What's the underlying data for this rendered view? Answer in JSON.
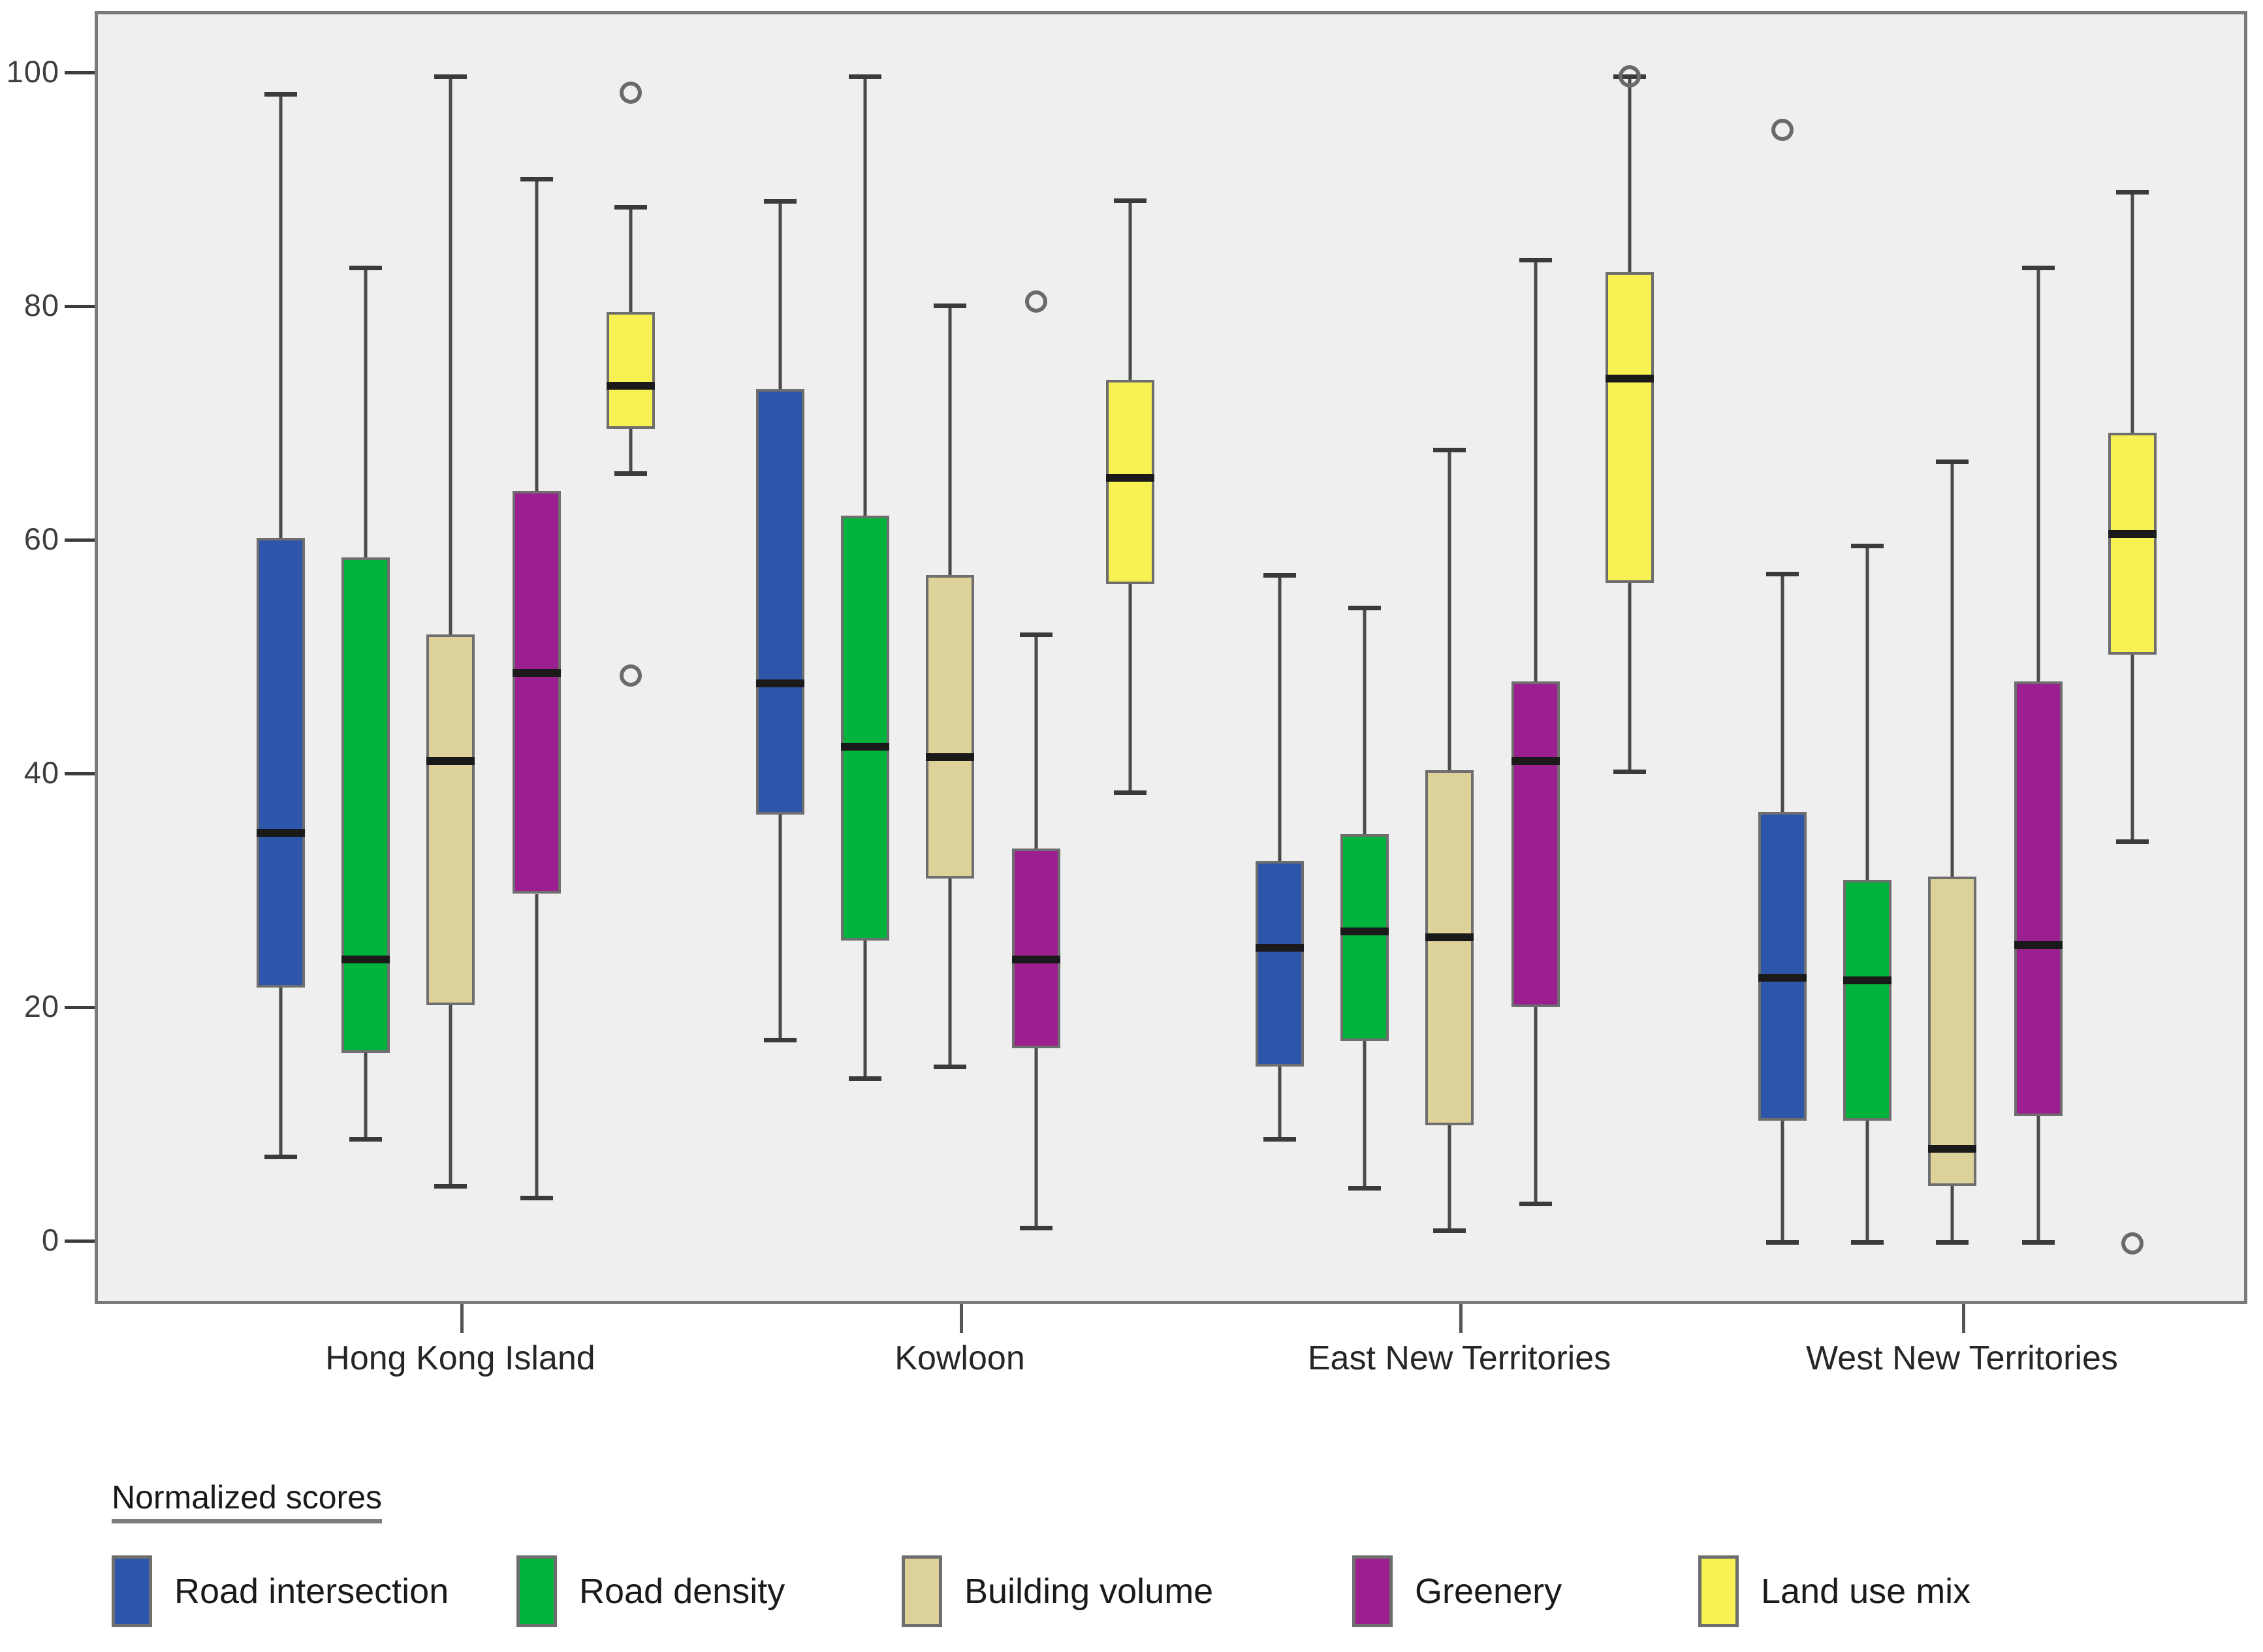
{
  "chart_data": {
    "type": "box",
    "title": "",
    "xlabel": "",
    "ylabel": "",
    "ylim": [
      -5,
      105
    ],
    "yticks": [
      0,
      20,
      40,
      60,
      80,
      100
    ],
    "ytick_labels": [
      "0",
      "20",
      "40",
      "60",
      "80",
      "100"
    ],
    "grid": false,
    "legend_title": "Normalized scores",
    "legend_position": "bottom-left",
    "categories": [
      "Hong Kong Island",
      "Kowloon",
      "East New Territories",
      "West New Territories"
    ],
    "series": [
      {
        "name": "Road intersection",
        "color": "#2d55aa",
        "boxes": [
          {
            "group": "Hong Kong Island",
            "whisker_low": 7.5,
            "q1": 22.0,
            "median": 35.2,
            "q3": 60.5,
            "whisker_high": 98.5,
            "outliers": []
          },
          {
            "group": "Kowloon",
            "whisker_low": 17.5,
            "q1": 36.8,
            "median": 48.0,
            "q3": 73.2,
            "whisker_high": 89.3,
            "outliers": []
          },
          {
            "group": "East New Territories",
            "whisker_low": 9.0,
            "q1": 15.2,
            "median": 25.4,
            "q3": 32.8,
            "whisker_high": 57.3,
            "outliers": []
          },
          {
            "group": "West New Territories",
            "whisker_low": 0.2,
            "q1": 10.6,
            "median": 22.8,
            "q3": 37.0,
            "whisker_high": 57.4,
            "outliers": [
              95.4
            ]
          }
        ]
      },
      {
        "name": "Road density",
        "color": "#00b33c",
        "boxes": [
          {
            "group": "Hong Kong Island",
            "whisker_low": 9.0,
            "q1": 16.4,
            "median": 24.4,
            "q3": 58.8,
            "whisker_high": 83.6,
            "outliers": []
          },
          {
            "group": "Kowloon",
            "whisker_low": 14.2,
            "q1": 26.0,
            "median": 42.6,
            "q3": 62.4,
            "whisker_high": 100.0,
            "outliers": []
          },
          {
            "group": "East New Territories",
            "whisker_low": 4.8,
            "q1": 17.4,
            "median": 26.8,
            "q3": 35.1,
            "whisker_high": 54.5,
            "outliers": []
          },
          {
            "group": "West New Territories",
            "whisker_low": 0.2,
            "q1": 10.6,
            "median": 22.6,
            "q3": 31.2,
            "whisker_high": 59.8,
            "outliers": []
          }
        ]
      },
      {
        "name": "Building volume",
        "color": "#ddd39a",
        "boxes": [
          {
            "group": "Hong Kong Island",
            "whisker_low": 5.0,
            "q1": 20.5,
            "median": 41.4,
            "q3": 52.2,
            "whisker_high": 100.0,
            "outliers": []
          },
          {
            "group": "Kowloon",
            "whisker_low": 15.2,
            "q1": 31.3,
            "median": 41.7,
            "q3": 57.3,
            "whisker_high": 80.4,
            "outliers": []
          },
          {
            "group": "East New Territories",
            "whisker_low": 1.2,
            "q1": 10.2,
            "median": 26.3,
            "q3": 40.6,
            "whisker_high": 68.0,
            "outliers": []
          },
          {
            "group": "West New Territories",
            "whisker_low": 0.2,
            "q1": 5.0,
            "median": 8.2,
            "q3": 31.5,
            "whisker_high": 67.0,
            "outliers": []
          }
        ]
      },
      {
        "name": "Greenery",
        "color": "#9c1f8f",
        "boxes": [
          {
            "group": "Hong Kong Island",
            "whisker_low": 4.0,
            "q1": 30.0,
            "median": 48.9,
            "q3": 64.5,
            "whisker_high": 91.2,
            "outliers": []
          },
          {
            "group": "Kowloon",
            "whisker_low": 1.4,
            "q1": 16.8,
            "median": 24.4,
            "q3": 33.9,
            "whisker_high": 52.2,
            "outliers": [
              80.7
            ]
          },
          {
            "group": "East New Territories",
            "whisker_low": 3.5,
            "q1": 20.3,
            "median": 41.4,
            "q3": 48.2,
            "whisker_high": 84.3,
            "outliers": []
          },
          {
            "group": "West New Territories",
            "whisker_low": 0.2,
            "q1": 11.0,
            "median": 25.6,
            "q3": 48.2,
            "whisker_high": 83.6,
            "outliers": []
          }
        ]
      },
      {
        "name": "Land use mix",
        "color": "#f7f153",
        "boxes": [
          {
            "group": "Hong Kong Island",
            "whisker_low": 66.0,
            "q1": 69.8,
            "median": 73.5,
            "q3": 79.8,
            "whisker_high": 88.8,
            "outliers": [
              98.6,
              48.7
            ]
          },
          {
            "group": "Kowloon",
            "whisker_low": 38.7,
            "q1": 56.5,
            "median": 65.6,
            "q3": 74.0,
            "whisker_high": 89.4,
            "outliers": []
          },
          {
            "group": "East New Territories",
            "whisker_low": 40.5,
            "q1": 56.6,
            "median": 74.1,
            "q3": 83.2,
            "whisker_high": 100.0,
            "outliers": [
              100.0
            ]
          },
          {
            "group": "West New Territories",
            "whisker_low": 34.5,
            "q1": 50.5,
            "median": 60.8,
            "q3": 69.5,
            "whisker_high": 90.1,
            "outliers": [
              0.1
            ]
          }
        ]
      }
    ]
  },
  "axis": {
    "y_tick_labels": [
      "100",
      "80",
      "60",
      "40",
      "20",
      "0"
    ],
    "x_tick_labels": [
      "Hong Kong Island",
      "Kowloon",
      "East New Territories",
      "West New Territories"
    ]
  },
  "legend": {
    "title": "Normalized scores",
    "items": [
      {
        "label": "Road intersection",
        "color": "#2d55aa"
      },
      {
        "label": "Road density",
        "color": "#00b33c"
      },
      {
        "label": "Building volume",
        "color": "#ddd39a"
      },
      {
        "label": "Greenery",
        "color": "#9c1f8f"
      },
      {
        "label": "Land use mix",
        "color": "#f7f153"
      }
    ]
  },
  "colors": {
    "plot_background": "#efefef",
    "plot_border": "#7a7a7a",
    "whisker": "#4a4a4a",
    "median": "#1a1a1a",
    "box_border": "#6e6e6e",
    "outlier_ring": "#6a6a6a",
    "text": "#1a1a1a"
  }
}
